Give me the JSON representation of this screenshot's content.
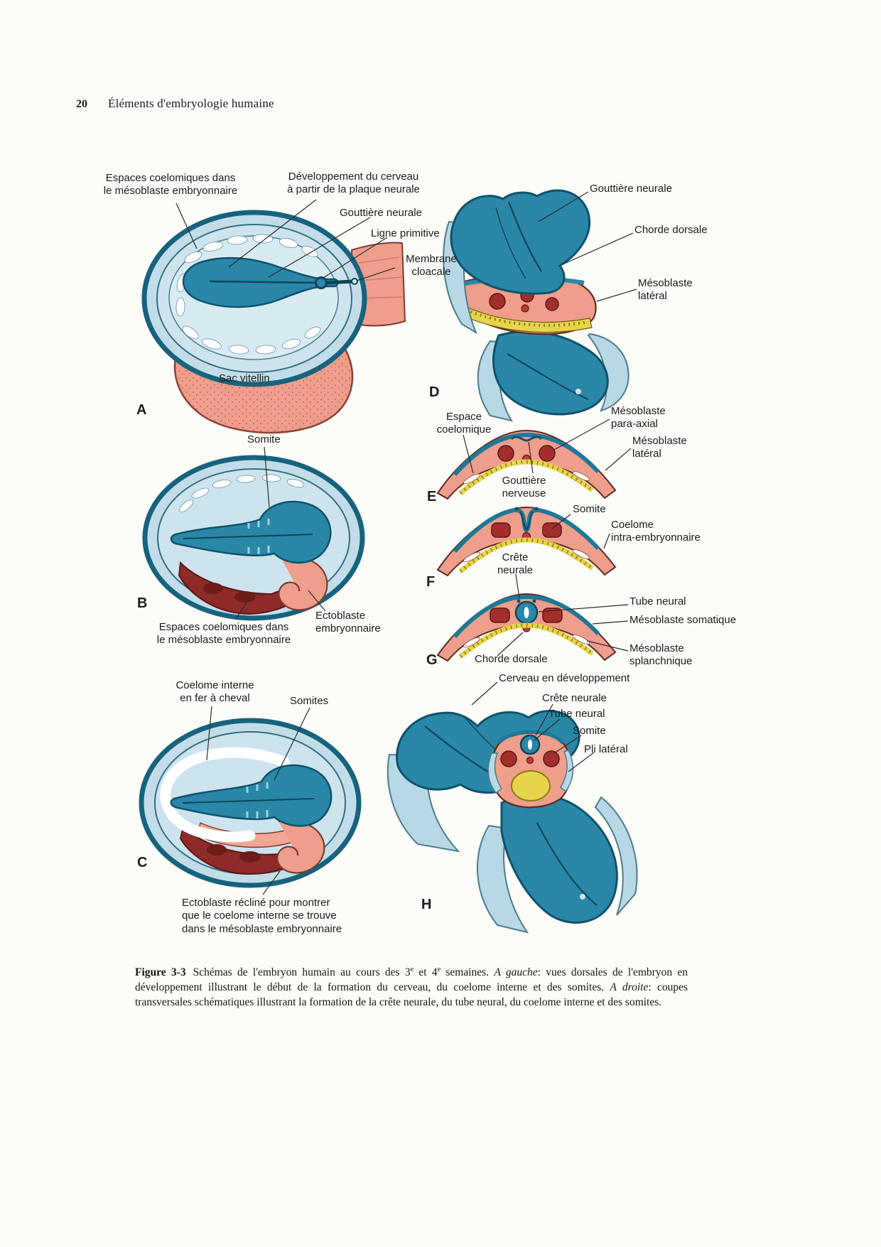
{
  "page": {
    "number": "20",
    "running_title": "Éléments d'embryologie humaine"
  },
  "palette": {
    "teal": "#2a87a8",
    "teal_dark": "#0f526b",
    "light_blue": "#b9d8e6",
    "pale_blue": "#cde4ef",
    "salmon": "#ee9e8b",
    "maroon": "#8e2a28",
    "red": "#a32e2c",
    "yellow": "#e8d44a"
  },
  "figure": {
    "panel_letters": {
      "a": "A",
      "b": "B",
      "c": "C",
      "d": "D",
      "e": "E",
      "f": "F",
      "g": "G",
      "h": "H"
    },
    "labels": {
      "espaces_coelomiques_a": "Espaces coelomiques dans\nle mésoblaste embryonnaire",
      "developpement_cerveau": "Développement du cerveau\nà partir de la plaque neurale",
      "gouttiere_neurale_a": "Gouttière neurale",
      "ligne_primitive": "Ligne primitive",
      "membrane_cloacale": "Membrane\ncloacale",
      "sac_vitellin": "Sac vitellin",
      "somite_b": "Somite",
      "espaces_coelomiques_b": "Espaces coelomiques dans\nle mésoblaste embryonnaire",
      "ectoblaste_embryonnaire": "Ectoblaste\nembryonnaire",
      "coelome_interne": "Coelome interne\nen fer à cheval",
      "somites_c": "Somites",
      "ectoblaste_recline": "Ectoblaste récliné pour montrer\nque le coelome interne se trouve\ndans le mésoblaste embryonnaire",
      "gouttiere_neurale_d": "Gouttière neurale",
      "chorde_dorsale_d": "Chorde dorsale",
      "mesoblaste_lateral_d": "Mésoblaste\nlatéral",
      "espace_coelomique": "Espace\ncoelomique",
      "mesoblaste_para_axial": "Mésoblaste\npara-axial",
      "mesoblaste_lateral_e": "Mésoblaste\nlatéral",
      "gouttiere_nerveuse": "Gouttière\nnerveuse",
      "somite_f": "Somite",
      "coelome_intra_embryonnaire": "Coelome\nintra-embryonnaire",
      "crete_neurale_f": "Crête\nneurale",
      "tube_neural_g": "Tube neural",
      "mesoblaste_somatique": "Mésoblaste somatique",
      "chorde_dorsale_g": "Chorde dorsale",
      "mesoblaste_splanchnique": "Mésoblaste\nsplanchnique",
      "cerveau_developpement": "Cerveau en développement",
      "crete_neurale_h": "Crête neurale",
      "tube_neural_h": "Tube neural",
      "somite_h": "Somite",
      "pli_lateral": "Pli latéral"
    }
  },
  "caption": {
    "figure_label": "Figure 3-3",
    "seg1": "Schémas de l'embryon humain au cours des 3",
    "sup1": "e",
    "seg2": " et 4",
    "sup2": "e",
    "seg3": " semaines. ",
    "italic1": "A gauche",
    "seg4": ": vues dorsales de l'embryon en développement illustrant le début de la formation du cerveau, du coelome interne et des somites. ",
    "italic2": "A droite",
    "seg5": ": coupes transversales schématiques illustrant la formation de la crête neurale, du tube neural, du coelome interne et des somites."
  }
}
